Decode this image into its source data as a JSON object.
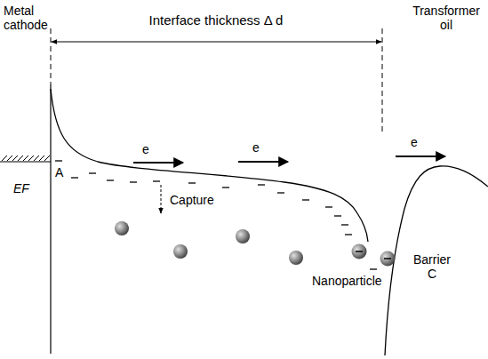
{
  "diagram": {
    "labels": [
      "Metal cathode",
      "Interface thickness Δ d",
      "Transformer oil",
      "EF",
      "A",
      "e",
      "Capture",
      "e",
      "Nanoparticle",
      "e",
      "Barrier C"
    ]
  }
}
